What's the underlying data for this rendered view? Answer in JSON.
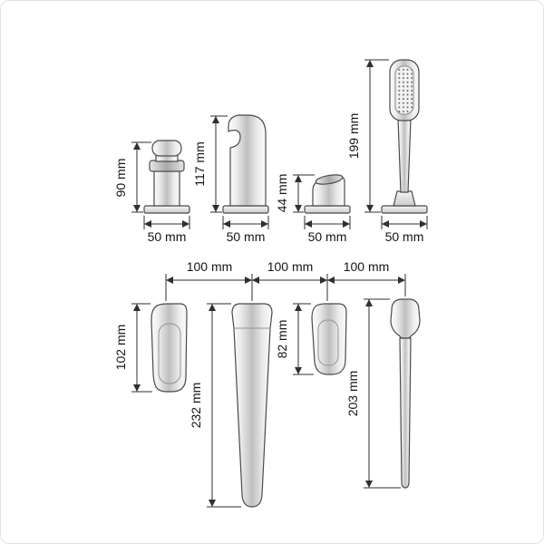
{
  "canvas": {
    "background": "#ffffff",
    "line_color": "#2f2f2f",
    "part_outline_color": "#4a4a4a",
    "units": "mm"
  },
  "top_row": {
    "items": [
      {
        "part": "mixer-valve-handle",
        "view": "side",
        "height": "90 mm",
        "base_width": "50 mm"
      },
      {
        "part": "spout",
        "view": "side",
        "height": "117 mm",
        "base_width": "50 mm"
      },
      {
        "part": "diverter-handle",
        "view": "side",
        "height": "44 mm",
        "base_width": "50 mm"
      },
      {
        "part": "hand-shower",
        "view": "side",
        "height": "199 mm",
        "base_width": "50 mm"
      }
    ]
  },
  "bottom_row": {
    "spacings": [
      "100 mm",
      "100 mm",
      "100 mm"
    ],
    "items": [
      {
        "part": "mixer-valve-handle",
        "view": "front",
        "length": "102 mm"
      },
      {
        "part": "spout",
        "view": "front",
        "length": "232 mm"
      },
      {
        "part": "diverter-handle",
        "view": "front",
        "length": "82 mm"
      },
      {
        "part": "hand-shower",
        "view": "front",
        "length": "203 mm"
      }
    ]
  }
}
